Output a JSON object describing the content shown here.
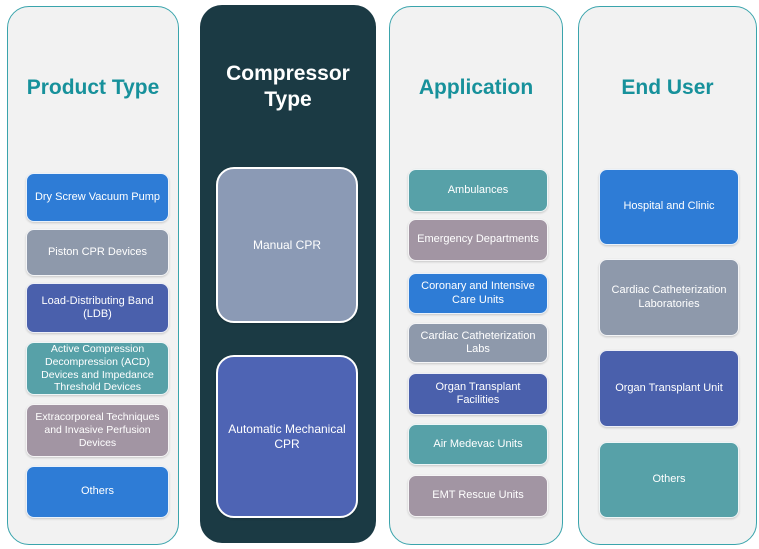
{
  "page": {
    "background": "#ffffff"
  },
  "colors": {
    "heading_teal": "#17919b",
    "heading_white": "#ffffff",
    "column_border": "#3aa4ac",
    "column_bg": "#f2f2f2",
    "dark_column_bg": "#1b3a44",
    "box_text": "#ffffff",
    "blue": "#2e7cd6",
    "gray_blue": "#8e99ab",
    "indigo": "#4a60ac",
    "teal_box": "#57a1a8",
    "mauve": "#a295a3",
    "manual_cpr_gray_blue": "#8b9ab5",
    "auto_cpr_indigo": "#4e64b4"
  },
  "columns": [
    {
      "title": "Product Type",
      "title_color": "#17919b",
      "items": [
        {
          "label": "Dry Screw Vacuum Pump",
          "color": "#2e7cd6"
        },
        {
          "label": "Piston CPR Devices",
          "color": "#8e99ab"
        },
        {
          "label": "Load-Distributing Band (LDB)",
          "color": "#4a60ac"
        },
        {
          "label": "Active Compression Decompression (ACD) Devices and Impedance Threshold Devices",
          "color": "#57a1a8"
        },
        {
          "label": "Extracorporeal Techniques and Invasive Perfusion Devices",
          "color": "#a295a3"
        },
        {
          "label": "Others",
          "color": "#2e7cd6"
        }
      ]
    },
    {
      "title": "Compressor Type",
      "title_color": "#ffffff",
      "items": [
        {
          "label": "Manual CPR",
          "color": "#8b9ab5"
        },
        {
          "label": "Automatic Mechanical CPR",
          "color": "#4e64b4"
        }
      ]
    },
    {
      "title": "Application",
      "title_color": "#17919b",
      "items": [
        {
          "label": "Ambulances",
          "color": "#57a1a8"
        },
        {
          "label": "Emergency Departments",
          "color": "#a295a3"
        },
        {
          "label": "Coronary and Intensive Care Units",
          "color": "#2e7cd6"
        },
        {
          "label": "Cardiac Catheterization Labs",
          "color": "#8e99ab"
        },
        {
          "label": "Organ Transplant Facilities",
          "color": "#4a60ac"
        },
        {
          "label": "Air Medevac Units",
          "color": "#57a1a8"
        },
        {
          "label": "EMT Rescue Units",
          "color": "#a295a3"
        }
      ]
    },
    {
      "title": "End User",
      "title_color": "#17919b",
      "items": [
        {
          "label": "Hospital and Clinic",
          "color": "#2e7cd6"
        },
        {
          "label": "Cardiac Catheterization Laboratories",
          "color": "#8e99ab"
        },
        {
          "label": "Organ Transplant Unit",
          "color": "#4a60ac"
        },
        {
          "label": "Others",
          "color": "#57a1a8"
        }
      ]
    }
  ]
}
